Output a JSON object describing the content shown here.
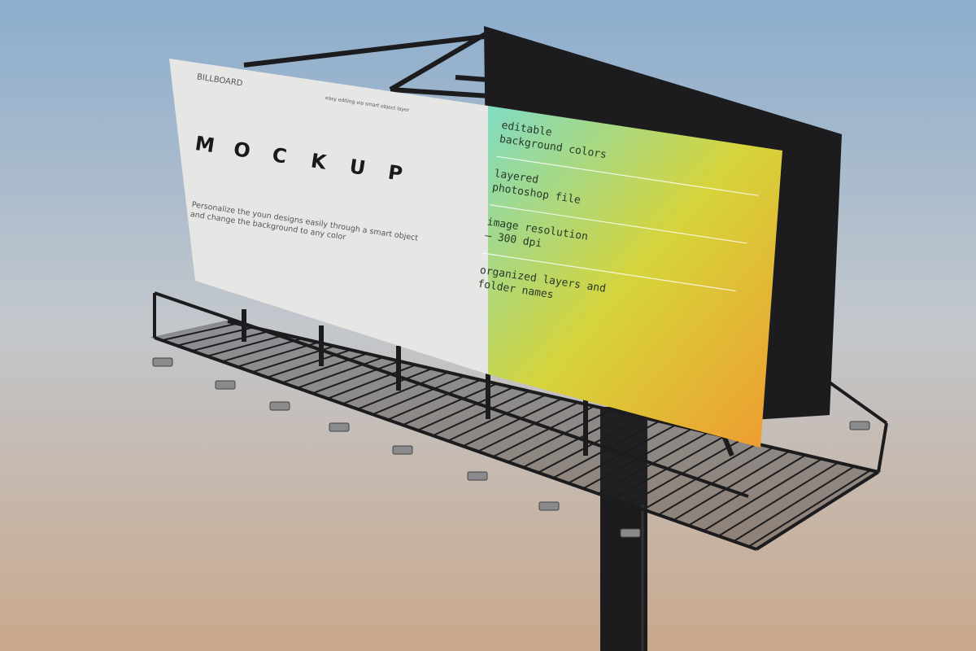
{
  "billboard": {
    "left_panel": {
      "label": "BILLBOARD",
      "tagline": "easy editing via smart object layer",
      "headline": [
        "M",
        "O",
        "C",
        "K",
        "U",
        "P"
      ],
      "description_line1": "Personalize the youn designs easily through a smart object",
      "description_line2": "and change the background to any color"
    },
    "right_panel": {
      "features": [
        {
          "line1": "editable",
          "line2": "background colors"
        },
        {
          "line1": "layered",
          "line2": "photoshop file"
        },
        {
          "line1": "image resolution",
          "line2": "– 300 dpi"
        },
        {
          "line1": "organized layers and",
          "line2": "folder names"
        }
      ]
    }
  },
  "colors": {
    "sky_top": "#8fb0cf",
    "sky_bottom": "#c8ad93",
    "panel_white": "#e6e6e4",
    "gradient_start": "#7fdcc4",
    "gradient_mid": "#d8d23a",
    "gradient_end": "#f0a030",
    "steel": "#1c1c1e"
  }
}
